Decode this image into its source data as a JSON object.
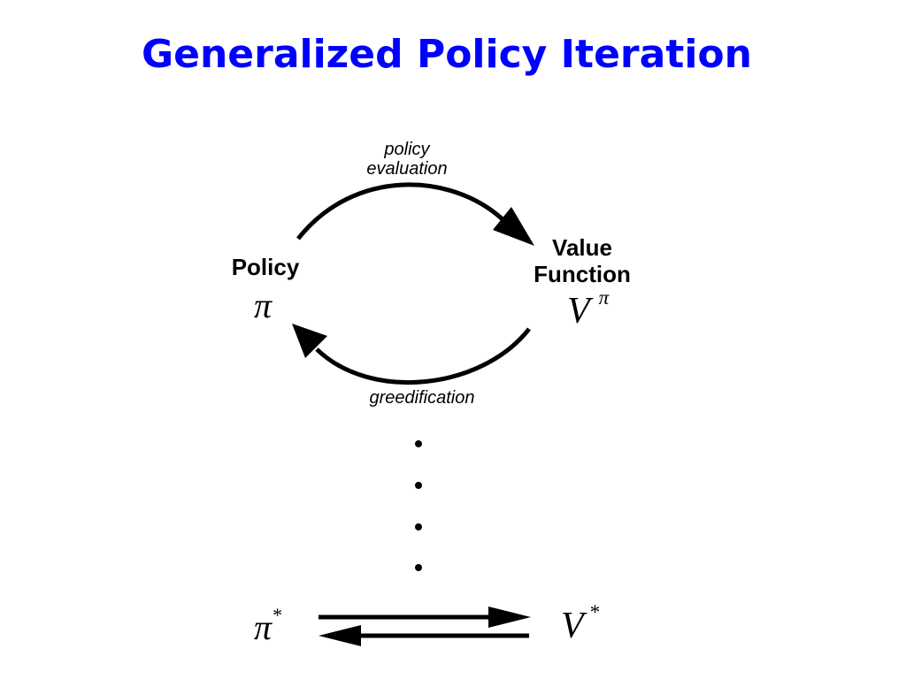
{
  "slide": {
    "title": "Generalized Policy Iteration"
  },
  "diagram": {
    "policy_label": "Policy",
    "policy_symbol": "π",
    "value_label_line1": "Value",
    "value_label_line2": "Function",
    "value_symbol": "V",
    "value_superscript": "π",
    "top_arrow_label_line1": "policy",
    "top_arrow_label_line2": "evaluation",
    "bottom_arrow_label": "greedification",
    "optimal_policy_symbol": "π",
    "optimal_policy_superscript": "*",
    "optimal_value_symbol": "V",
    "optimal_value_superscript": "*"
  },
  "colors": {
    "title": "#0000ff",
    "ink": "#000000"
  }
}
